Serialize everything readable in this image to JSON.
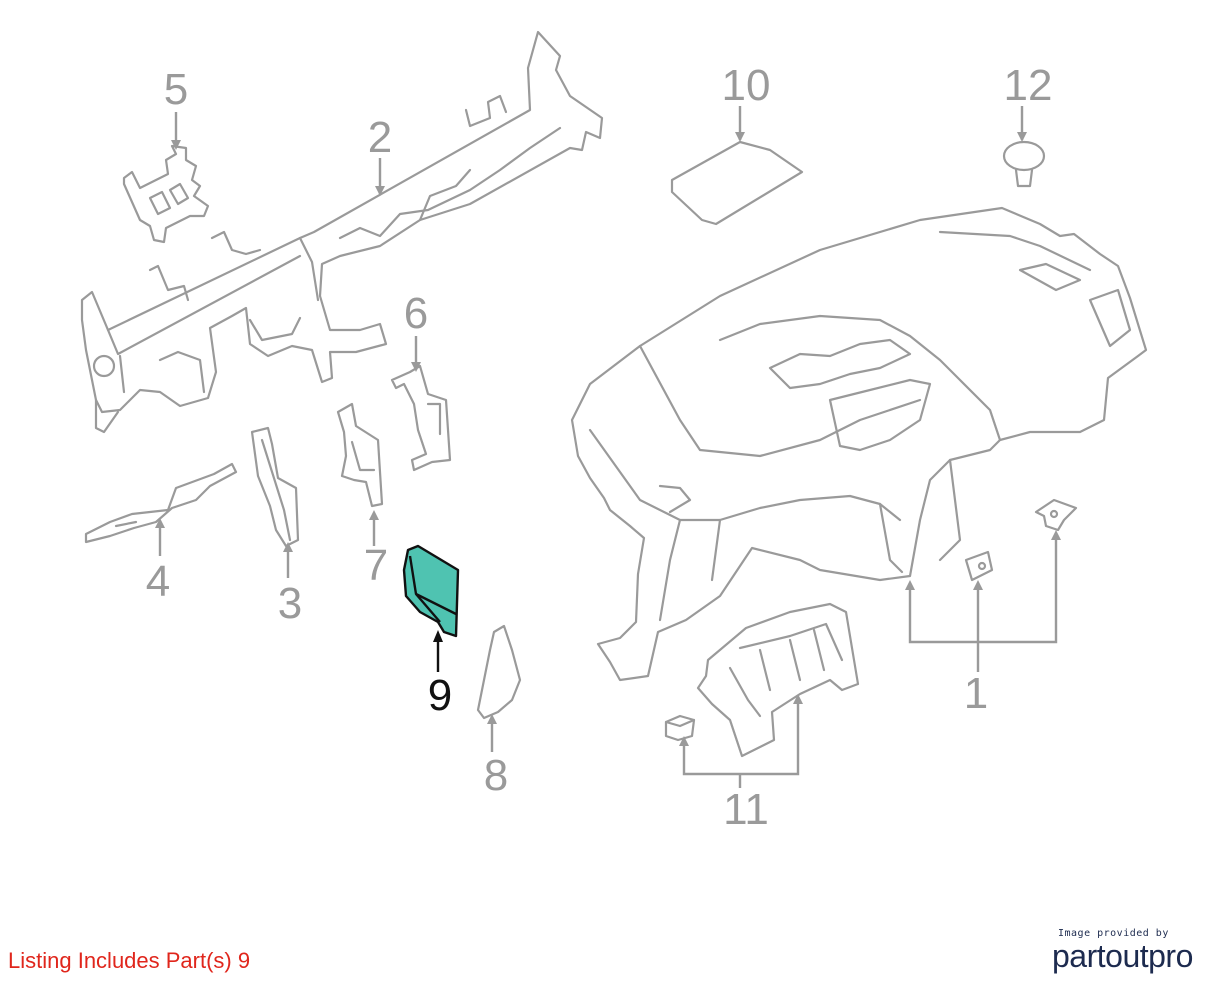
{
  "diagram": {
    "callouts": [
      {
        "id": "1",
        "label": "1",
        "highlighted": false
      },
      {
        "id": "2",
        "label": "2",
        "highlighted": false
      },
      {
        "id": "3",
        "label": "3",
        "highlighted": false
      },
      {
        "id": "4",
        "label": "4",
        "highlighted": false
      },
      {
        "id": "5",
        "label": "5",
        "highlighted": false
      },
      {
        "id": "6",
        "label": "6",
        "highlighted": false
      },
      {
        "id": "7",
        "label": "7",
        "highlighted": false
      },
      {
        "id": "8",
        "label": "8",
        "highlighted": false
      },
      {
        "id": "9",
        "label": "9",
        "highlighted": true
      },
      {
        "id": "10",
        "label": "10",
        "highlighted": false
      },
      {
        "id": "11",
        "label": "11",
        "highlighted": false
      },
      {
        "id": "12",
        "label": "12",
        "highlighted": false
      }
    ],
    "colors": {
      "line": "#9a9a9a",
      "highlight_fill": "#4fc3b1",
      "highlight_stroke": "#111111",
      "note_text": "#e0261c",
      "brand": "#1d2b4f"
    }
  },
  "footer": {
    "listing_note": "Listing Includes Part(s) 9",
    "brand_caption": "Image provided by",
    "brand_name": "partoutpro"
  }
}
